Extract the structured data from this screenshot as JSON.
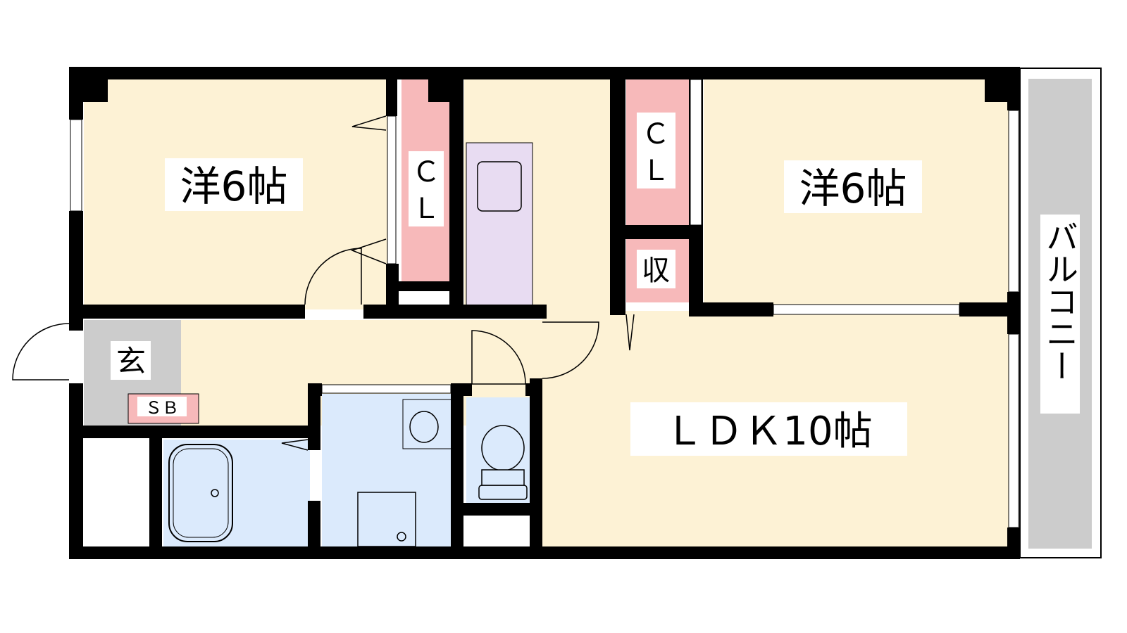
{
  "floorplan": {
    "rooms": {
      "western_room_left": "洋6帖",
      "western_room_right": "洋6帖",
      "ldk": "ＬＤＫ10帖",
      "entrance": "玄",
      "shoe_box": "ＳＢ",
      "storage": "収",
      "closet_left": "ＣＬ",
      "closet_right": "ＣＬ",
      "balcony": "バルコニー"
    },
    "colors": {
      "room_fill": "#fdf2d5",
      "closet_fill": "#f7b9ba",
      "wet_fill": "#dbeafc",
      "kitchen_fill": "#e8dcf2",
      "entrance_fill": "#cccccc",
      "balcony_fill": "#cccccc",
      "wall": "#000000"
    }
  }
}
